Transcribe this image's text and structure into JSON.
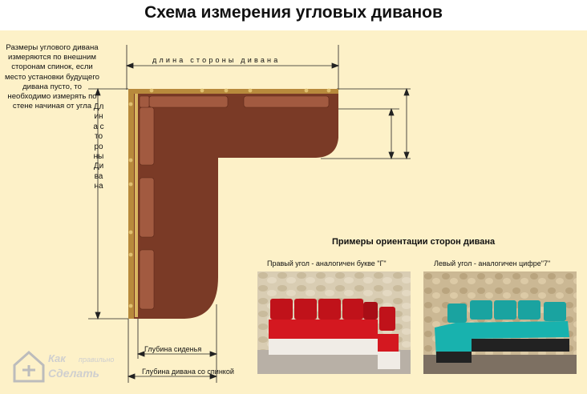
{
  "title": "Схема измерения угловых диванов",
  "note": "Размеры углового дивана измеряются по внешним сторонам спинок, если место установки будущего дивана пусто, то необходимо измерять по стене начиная от угла",
  "labels": {
    "side_length_top": "длина стороны дивана",
    "side_length_vertical": "Длина стороны Дивана",
    "seat_depth": "Глубина сиденья",
    "depth_with_back": "Глубина дивана со спинкой"
  },
  "examples": {
    "title": "Примеры ориентации сторон дивана",
    "right_corner": "Правый угол - аналогичен букве \"Г\"",
    "left_corner": "Левый угол - аналогичен цифре\"7\""
  },
  "logo": {
    "line1": "Как",
    "line1_small": "правильно",
    "line2": "Сделать"
  },
  "colors": {
    "background": "#fdf1c8",
    "sofa_body": "#7a3a26",
    "cushion": "#a25a40",
    "frame": "#b88a3c",
    "red_sofa": "#c0121a",
    "teal_sofa": "#1aa3a0"
  }
}
